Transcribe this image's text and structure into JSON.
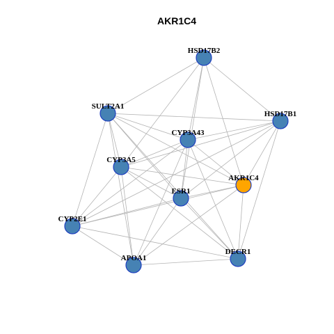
{
  "title": "AKR1C4",
  "colors": {
    "default_node": "#4682B4",
    "highlight_node": "#FFA500",
    "node_border": "#1f3fbf",
    "edge": "#b3b3b3"
  },
  "nodes": [
    {
      "id": "HSD17B2",
      "label": "HSD17B2",
      "highlight": false
    },
    {
      "id": "HSD17B1",
      "label": "HSD17B1",
      "highlight": false
    },
    {
      "id": "SULT2A1",
      "label": "SULT2A1",
      "highlight": false
    },
    {
      "id": "CYP3A43",
      "label": "CYP3A43",
      "highlight": false
    },
    {
      "id": "CYP3A5",
      "label": "CYP3A5",
      "highlight": false
    },
    {
      "id": "AKR1C4",
      "label": "AKR1C4",
      "highlight": true
    },
    {
      "id": "ESR1",
      "label": "ESR1",
      "highlight": false
    },
    {
      "id": "CYP2E1",
      "label": "CYP2E1",
      "highlight": false
    },
    {
      "id": "APOA1",
      "label": "APOA1",
      "highlight": false
    },
    {
      "id": "DECR1",
      "label": "DECR1",
      "highlight": false
    }
  ],
  "edges": [
    [
      "HSD17B2",
      "SULT2A1"
    ],
    [
      "HSD17B2",
      "HSD17B1"
    ],
    [
      "HSD17B2",
      "CYP3A43"
    ],
    [
      "HSD17B2",
      "CYP3A5"
    ],
    [
      "HSD17B2",
      "ESR1"
    ],
    [
      "HSD17B2",
      "AKR1C4"
    ],
    [
      "HSD17B1",
      "SULT2A1"
    ],
    [
      "HSD17B1",
      "CYP3A43"
    ],
    [
      "HSD17B1",
      "CYP3A5"
    ],
    [
      "HSD17B1",
      "ESR1"
    ],
    [
      "HSD17B1",
      "AKR1C4"
    ],
    [
      "HSD17B1",
      "CYP2E1"
    ],
    [
      "HSD17B1",
      "DECR1"
    ],
    [
      "SULT2A1",
      "CYP3A43"
    ],
    [
      "SULT2A1",
      "CYP3A5"
    ],
    [
      "SULT2A1",
      "ESR1"
    ],
    [
      "SULT2A1",
      "AKR1C4"
    ],
    [
      "SULT2A1",
      "CYP2E1"
    ],
    [
      "SULT2A1",
      "APOA1"
    ],
    [
      "SULT2A1",
      "DECR1"
    ],
    [
      "CYP3A43",
      "CYP3A5"
    ],
    [
      "CYP3A43",
      "ESR1"
    ],
    [
      "CYP3A43",
      "AKR1C4"
    ],
    [
      "CYP3A43",
      "CYP2E1"
    ],
    [
      "CYP3A43",
      "APOA1"
    ],
    [
      "CYP3A43",
      "DECR1"
    ],
    [
      "CYP3A5",
      "ESR1"
    ],
    [
      "CYP3A5",
      "AKR1C4"
    ],
    [
      "CYP3A5",
      "CYP2E1"
    ],
    [
      "CYP3A5",
      "APOA1"
    ],
    [
      "CYP3A5",
      "DECR1"
    ],
    [
      "AKR1C4",
      "ESR1"
    ],
    [
      "AKR1C4",
      "CYP2E1"
    ],
    [
      "AKR1C4",
      "APOA1"
    ],
    [
      "AKR1C4",
      "DECR1"
    ],
    [
      "ESR1",
      "CYP2E1"
    ],
    [
      "ESR1",
      "APOA1"
    ],
    [
      "ESR1",
      "DECR1"
    ],
    [
      "CYP2E1",
      "APOA1"
    ],
    [
      "CYP2E1",
      "DECR1"
    ],
    [
      "APOA1",
      "DECR1"
    ]
  ]
}
